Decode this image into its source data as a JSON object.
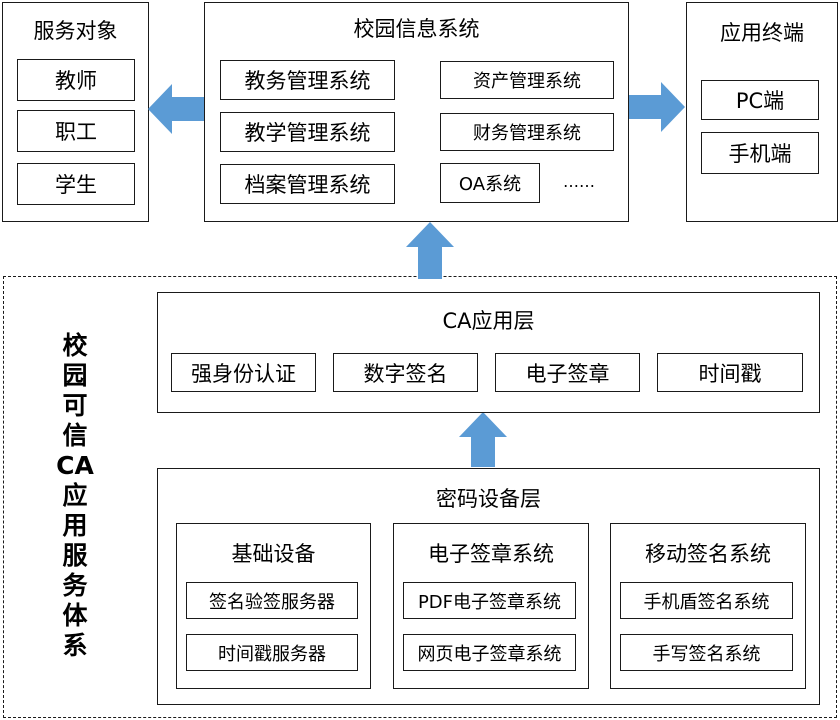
{
  "service_objects": {
    "title": "服务对象",
    "items": [
      "教师",
      "职工",
      "学生"
    ]
  },
  "campus_system": {
    "title": "校园信息系统",
    "left_items": [
      "教务管理系统",
      "教学管理系统",
      "档案管理系统"
    ],
    "right_items": [
      "资产管理系统",
      "财务管理系统",
      "OA系统"
    ],
    "ellipsis": "……"
  },
  "terminals": {
    "title": "应用终端",
    "items": [
      "PC端",
      "手机端"
    ]
  },
  "service_system_title": [
    "校",
    "园",
    "可",
    "信",
    "CA",
    "应",
    "用",
    "服",
    "务",
    "体",
    "系"
  ],
  "ca_layer": {
    "title": "CA应用层",
    "items": [
      "强身份认证",
      "数字签名",
      "电子签章",
      "时间戳"
    ]
  },
  "crypto_layer": {
    "title": "密码设备层",
    "groups": [
      {
        "title": "基础设备",
        "items": [
          "签名验签服务器",
          "时间戳服务器"
        ]
      },
      {
        "title": "电子签章系统",
        "items": [
          "PDF电子签章系统",
          "网页电子签章系统"
        ]
      },
      {
        "title": "移动签名系统",
        "items": [
          "手机盾签名系统",
          "手写签名系统"
        ]
      }
    ]
  },
  "colors": {
    "arrow": "#5b9bd5",
    "border": "#1a1a1a"
  }
}
